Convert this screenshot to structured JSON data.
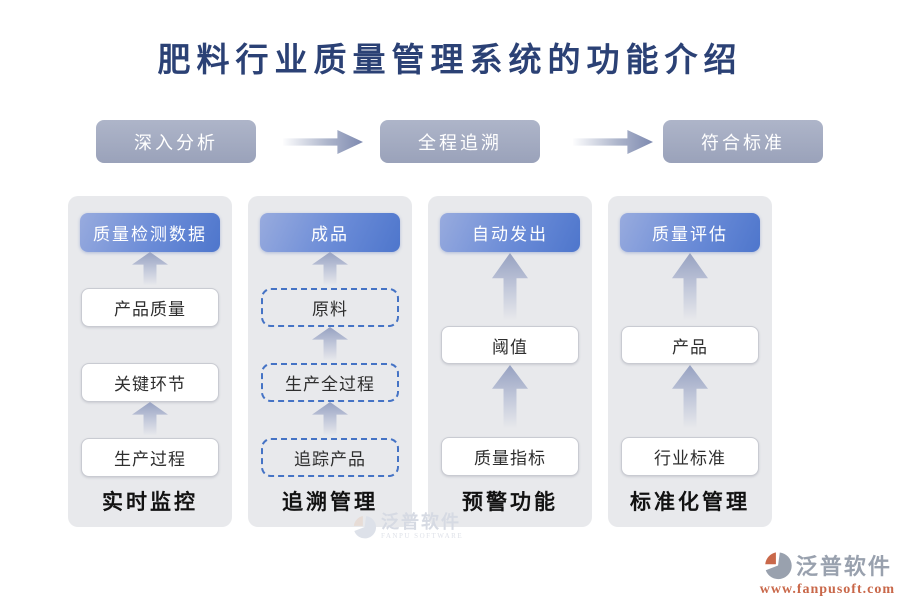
{
  "title": "肥料行业质量管理系统的功能介绍",
  "flow_steps": [
    {
      "label": "深入分析"
    },
    {
      "label": "全程追溯"
    },
    {
      "label": "符合标准"
    }
  ],
  "columns": [
    {
      "header": "质量检测数据",
      "boxes": [
        {
          "label": "产品质量"
        },
        {
          "label": "关键环节"
        },
        {
          "label": "生产过程"
        }
      ],
      "footer": "实时监控"
    },
    {
      "header": "成品",
      "boxes": [
        {
          "label": "原料"
        },
        {
          "label": "生产全过程"
        },
        {
          "label": "追踪产品"
        }
      ],
      "footer": "追溯管理"
    },
    {
      "header": "自动发出",
      "boxes": [
        {
          "label": "阈值"
        },
        {
          "label": "质量指标"
        }
      ],
      "footer": "预警功能"
    },
    {
      "header": "质量评估",
      "boxes": [
        {
          "label": "产品"
        },
        {
          "label": "行业标准"
        }
      ],
      "footer": "标准化管理"
    }
  ],
  "watermark": {
    "brand": "泛普软件",
    "brand_sub": "FANPU SOFTWARE",
    "url": "www.fanpusoft.com"
  },
  "colors": {
    "title_navy": "#2b4175",
    "flow_button_gray": "#9fa7bd",
    "header_blue_start": "#98abde",
    "header_blue_end": "#4e76cc",
    "dashed_border_blue": "#4573c5",
    "panel_gray": "#e8e9ec",
    "watermark_gray": "#99a1ae",
    "watermark_orange": "#c9684a"
  }
}
